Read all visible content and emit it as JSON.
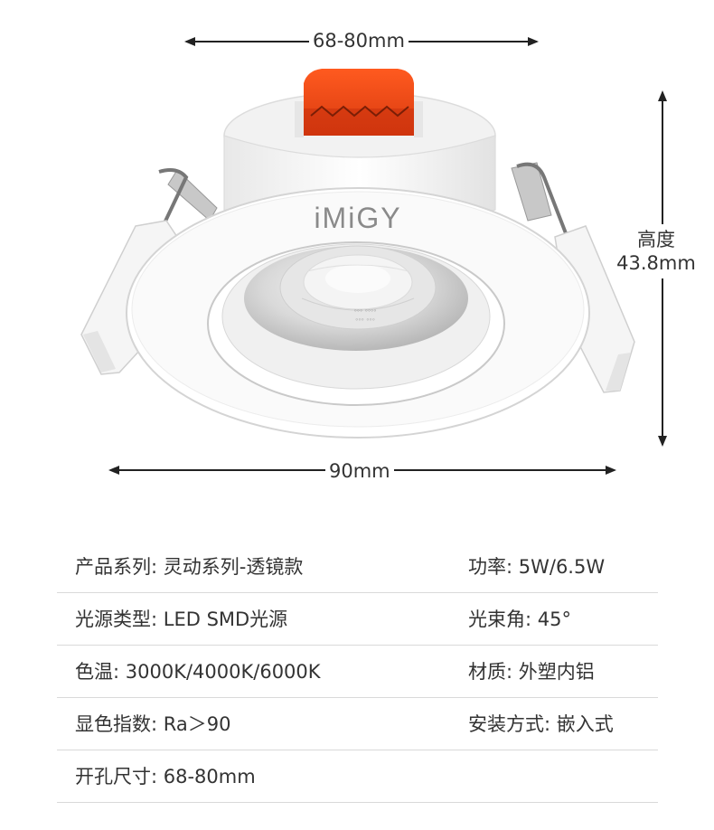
{
  "product": {
    "brand_logo": "iMiGY"
  },
  "dimensions": {
    "top_label": "68-80mm",
    "bottom_label": "90mm",
    "height_title": "高度",
    "height_value": "43.8mm"
  },
  "specs": [
    {
      "left": "产品系列: 灵动系列-透镜款",
      "right": "功率: 5W/6.5W"
    },
    {
      "left": "光源类型: LED SMD光源",
      "right": "光束角: 45°"
    },
    {
      "left": "色温: 3000K/4000K/6000K",
      "right": "材质: 外塑内铝"
    },
    {
      "left": "显色指数: Ra＞90",
      "right": "安装方式: 嵌入式"
    },
    {
      "left": "开孔尺寸: 68-80mm",
      "right": ""
    }
  ],
  "colors": {
    "accent_connector": "#e8461c",
    "text": "#333333",
    "divider": "#d9d9d9"
  }
}
